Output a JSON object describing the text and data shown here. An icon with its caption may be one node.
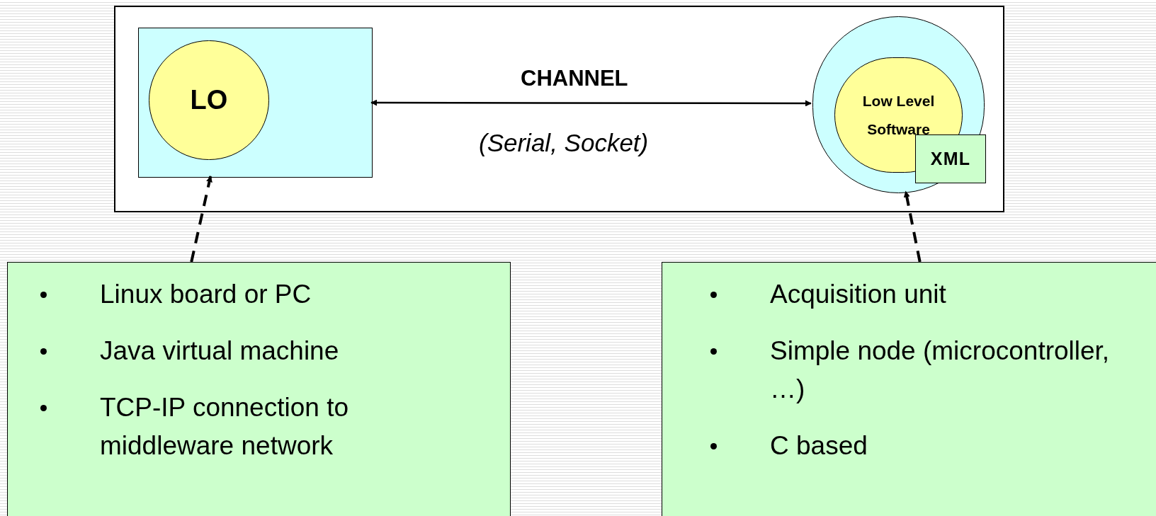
{
  "diagram": {
    "nodes": [
      {
        "text": [],
        "shape": "box"
      },
      {
        "text": [],
        "shape": "box",
        "in": 0
      },
      {
        "text": [
          "LO"
        ],
        "in": 1
      },
      {
        "text": [],
        "shape": "circle",
        "in": 0
      },
      {
        "text": [
          "Low Level Software"
        ],
        "in": 3
      },
      {
        "text": [
          "XML"
        ],
        "in": 3
      },
      {
        "text": [
          "Linux board or PC",
          "Java virtual machine",
          "TCP-IP connection to middleware network"
        ]
      },
      {
        "text": [
          "Acquisition unit",
          "Simple node (microcontroller, …)",
          "C based"
        ]
      }
    ],
    "edges": [
      {
        "from": 1,
        "to": 3,
        "arrow": "both",
        "label": "CHANNEL"
      },
      {
        "from": 6,
        "to": 1,
        "arrow": "to",
        "style": "dashed"
      },
      {
        "from": 7,
        "to": 3,
        "arrow": "to",
        "style": "dashed"
      }
    ],
    "labels": [
      "(Serial, Socket)"
    ]
  }
}
